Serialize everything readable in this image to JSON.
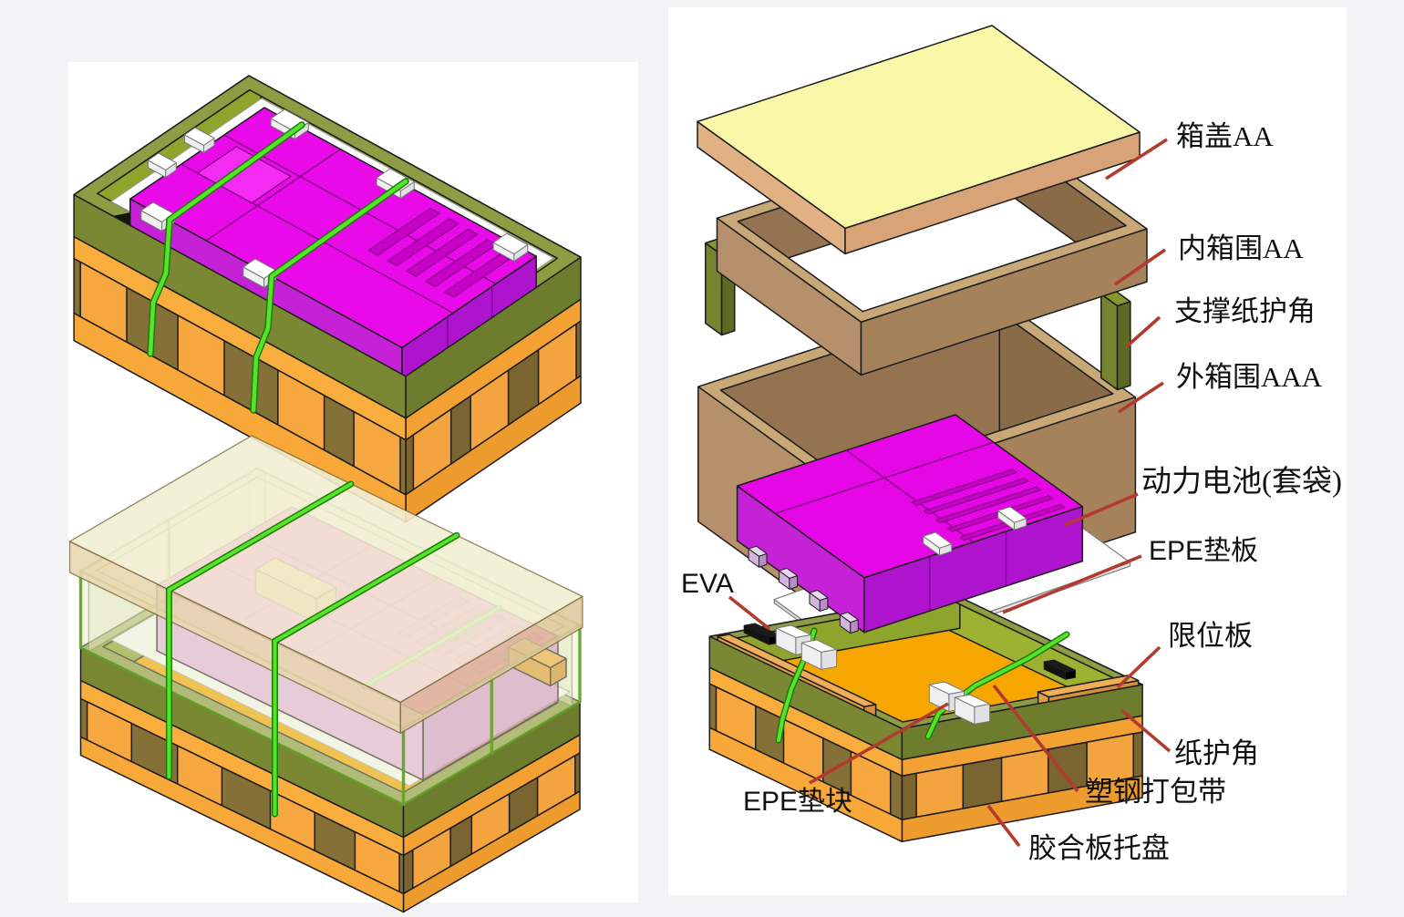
{
  "page": {
    "background": "#f3f3f6",
    "panel_background": "#ffffff"
  },
  "palette": {
    "outline": "#1c1c1c",
    "leader_line": "#b23a2e",
    "label_text": "#111111",
    "pallet_deck": "#f7a600",
    "pallet_band_right": "#f2a132",
    "pallet_band_left": "#f9ad3c",
    "pallet_block": "#f4a43e",
    "pallet_block_left": "#f6a740",
    "pallet_shadow_right": "#7a6430",
    "pallet_shadow_left": "#857038",
    "pallet_slab_right": "#ee9b2e",
    "pallet_slab_left": "#f7a838",
    "rim_ring": "#8e9c43",
    "rim_right": "#6e7c2e",
    "rim_left": "#7a8833",
    "rim_inner_r": "#9db232",
    "rim_inner_l": "#8fa42c",
    "lid_top": "#f8f8a8",
    "lid_right": "#d8a377",
    "lid_left": "#e2b183",
    "band_ring": "#c8a876",
    "band_right": "#a6825b",
    "band_left": "#b5906a",
    "band_inner_r": "#8a6b47",
    "band_inner_l": "#947351",
    "post_light": "#87962f",
    "post_face": "#76842f",
    "post_dark": "#5d6a24",
    "battery_top": "#e607e6",
    "battery_top_packed": "#e80ae8",
    "battery_panel": "#f32bf3",
    "battery_ridge": "#c800c8",
    "battery_right": "#ae14ce",
    "battery_left": "#c521d6",
    "battery_line": "#7a007a",
    "battery_pink_top": "#f03acc",
    "battery_pink_line": "#8a0d6e",
    "battery_pink_ridge": "#d92ab8",
    "strap_bright": "#55e42c",
    "strap_dark": "#1f7a08",
    "epe_white": "#ffffff",
    "epe_side": "#e2e2e6",
    "epe_side2": "#efeff2",
    "eva_black": "#131313",
    "wood_top": "#f0ae58",
    "wood_right": "#d2913a",
    "wood_left": "#e19e48",
    "sheet_top": "#fcfcfc",
    "sheet_edge": "#808080",
    "glass_fill": "rgba(228,233,195,0.42)",
    "glass_back_fill": "rgba(225,230,190,0.5)",
    "glass_ring": "rgba(233,238,200,0.55)",
    "glass_edge": "rgba(85,110,35,0.65)",
    "glass_green": "rgba(100,165,40,0.9)",
    "glass_lid_top": "rgba(242,238,212,0.9)",
    "glass_lid_right": "rgba(222,200,158,0.88)",
    "glass_lid_left": "rgba(232,214,175,0.88)",
    "glass_lid_edge": "rgba(110,95,50,0.75)"
  },
  "labels": {
    "box_lid": "箱盖AA",
    "inner_band": "内箱围AA",
    "support_corner": "支撑纸护角",
    "outer_band": "外箱围AAA",
    "battery": "动力电池(套袋)",
    "epe_sheet": "EPE垫板",
    "eva": "EVA",
    "limit_plate": "限位板",
    "paper_corner": "纸护角",
    "epe_block": "EPE垫块",
    "strap": "塑钢打包带",
    "plywood_pallet": "胶合板托盘"
  }
}
